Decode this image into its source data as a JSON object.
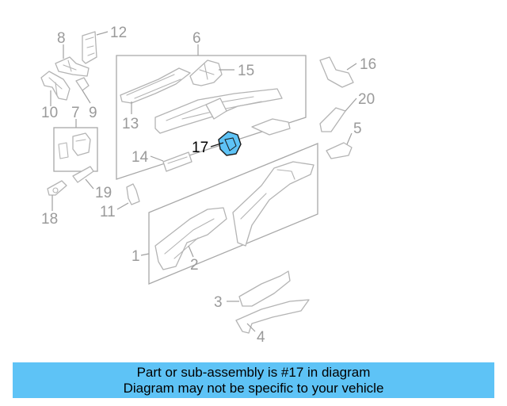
{
  "diagram": {
    "highlight_color": "#5ec3f6",
    "labels": {
      "n1": "1",
      "n2": "2",
      "n3": "3",
      "n4": "4",
      "n5": "5",
      "n6": "6",
      "n7": "7",
      "n8": "8",
      "n9": "9",
      "n10": "10",
      "n11": "11",
      "n12": "12",
      "n13": "13",
      "n14": "14",
      "n15": "15",
      "n16": "16",
      "n17": "17",
      "n18": "18",
      "n19": "19",
      "n20": "20"
    }
  },
  "banner": {
    "line1": "Part or sub-assembly is #17 in diagram",
    "line2": "Diagram may not be specific to your vehicle",
    "background": "#5ec3f6"
  }
}
